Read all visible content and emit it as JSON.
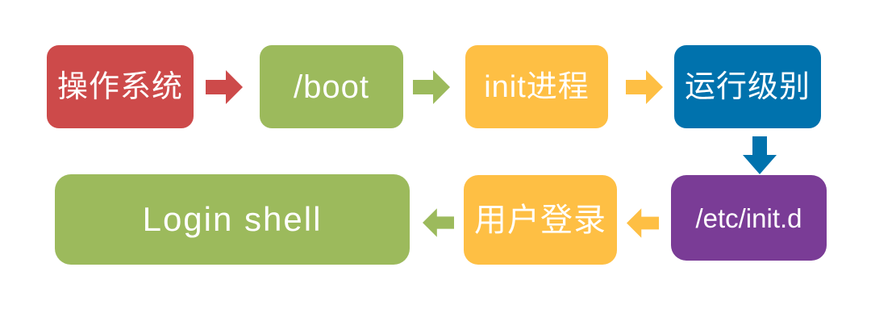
{
  "colors": {
    "red": "#CD4A4A",
    "green": "#9CBA5C",
    "yellow": "#FEBF44",
    "blue": "#0072AD",
    "purple": "#7A3C96",
    "text": "#FFFFFF",
    "background": "#FFFFFF"
  },
  "flow": {
    "nodes": [
      {
        "id": "os",
        "label": "操作系统",
        "color": "red"
      },
      {
        "id": "boot",
        "label": "/boot",
        "color": "green"
      },
      {
        "id": "init",
        "label": "init进程",
        "color": "yellow"
      },
      {
        "id": "runlevel",
        "label": "运行级别",
        "color": "blue"
      },
      {
        "id": "etc-initd",
        "label": "/etc/init.d",
        "color": "purple"
      },
      {
        "id": "user-login",
        "label": "用户登录",
        "color": "yellow"
      },
      {
        "id": "login-shell",
        "label": "Login shell",
        "color": "green"
      }
    ],
    "arrows": [
      {
        "from": "操作系统",
        "to": "/boot",
        "direction": "right",
        "color": "red"
      },
      {
        "from": "/boot",
        "to": "init进程",
        "direction": "right",
        "color": "green"
      },
      {
        "from": "init进程",
        "to": "运行级别",
        "direction": "right",
        "color": "yellow"
      },
      {
        "from": "运行级别",
        "to": "/etc/init.d",
        "direction": "down",
        "color": "blue"
      },
      {
        "from": "/etc/init.d",
        "to": "用户登录",
        "direction": "left",
        "color": "yellow"
      },
      {
        "from": "用户登录",
        "to": "Login shell",
        "direction": "left",
        "color": "green"
      }
    ]
  }
}
